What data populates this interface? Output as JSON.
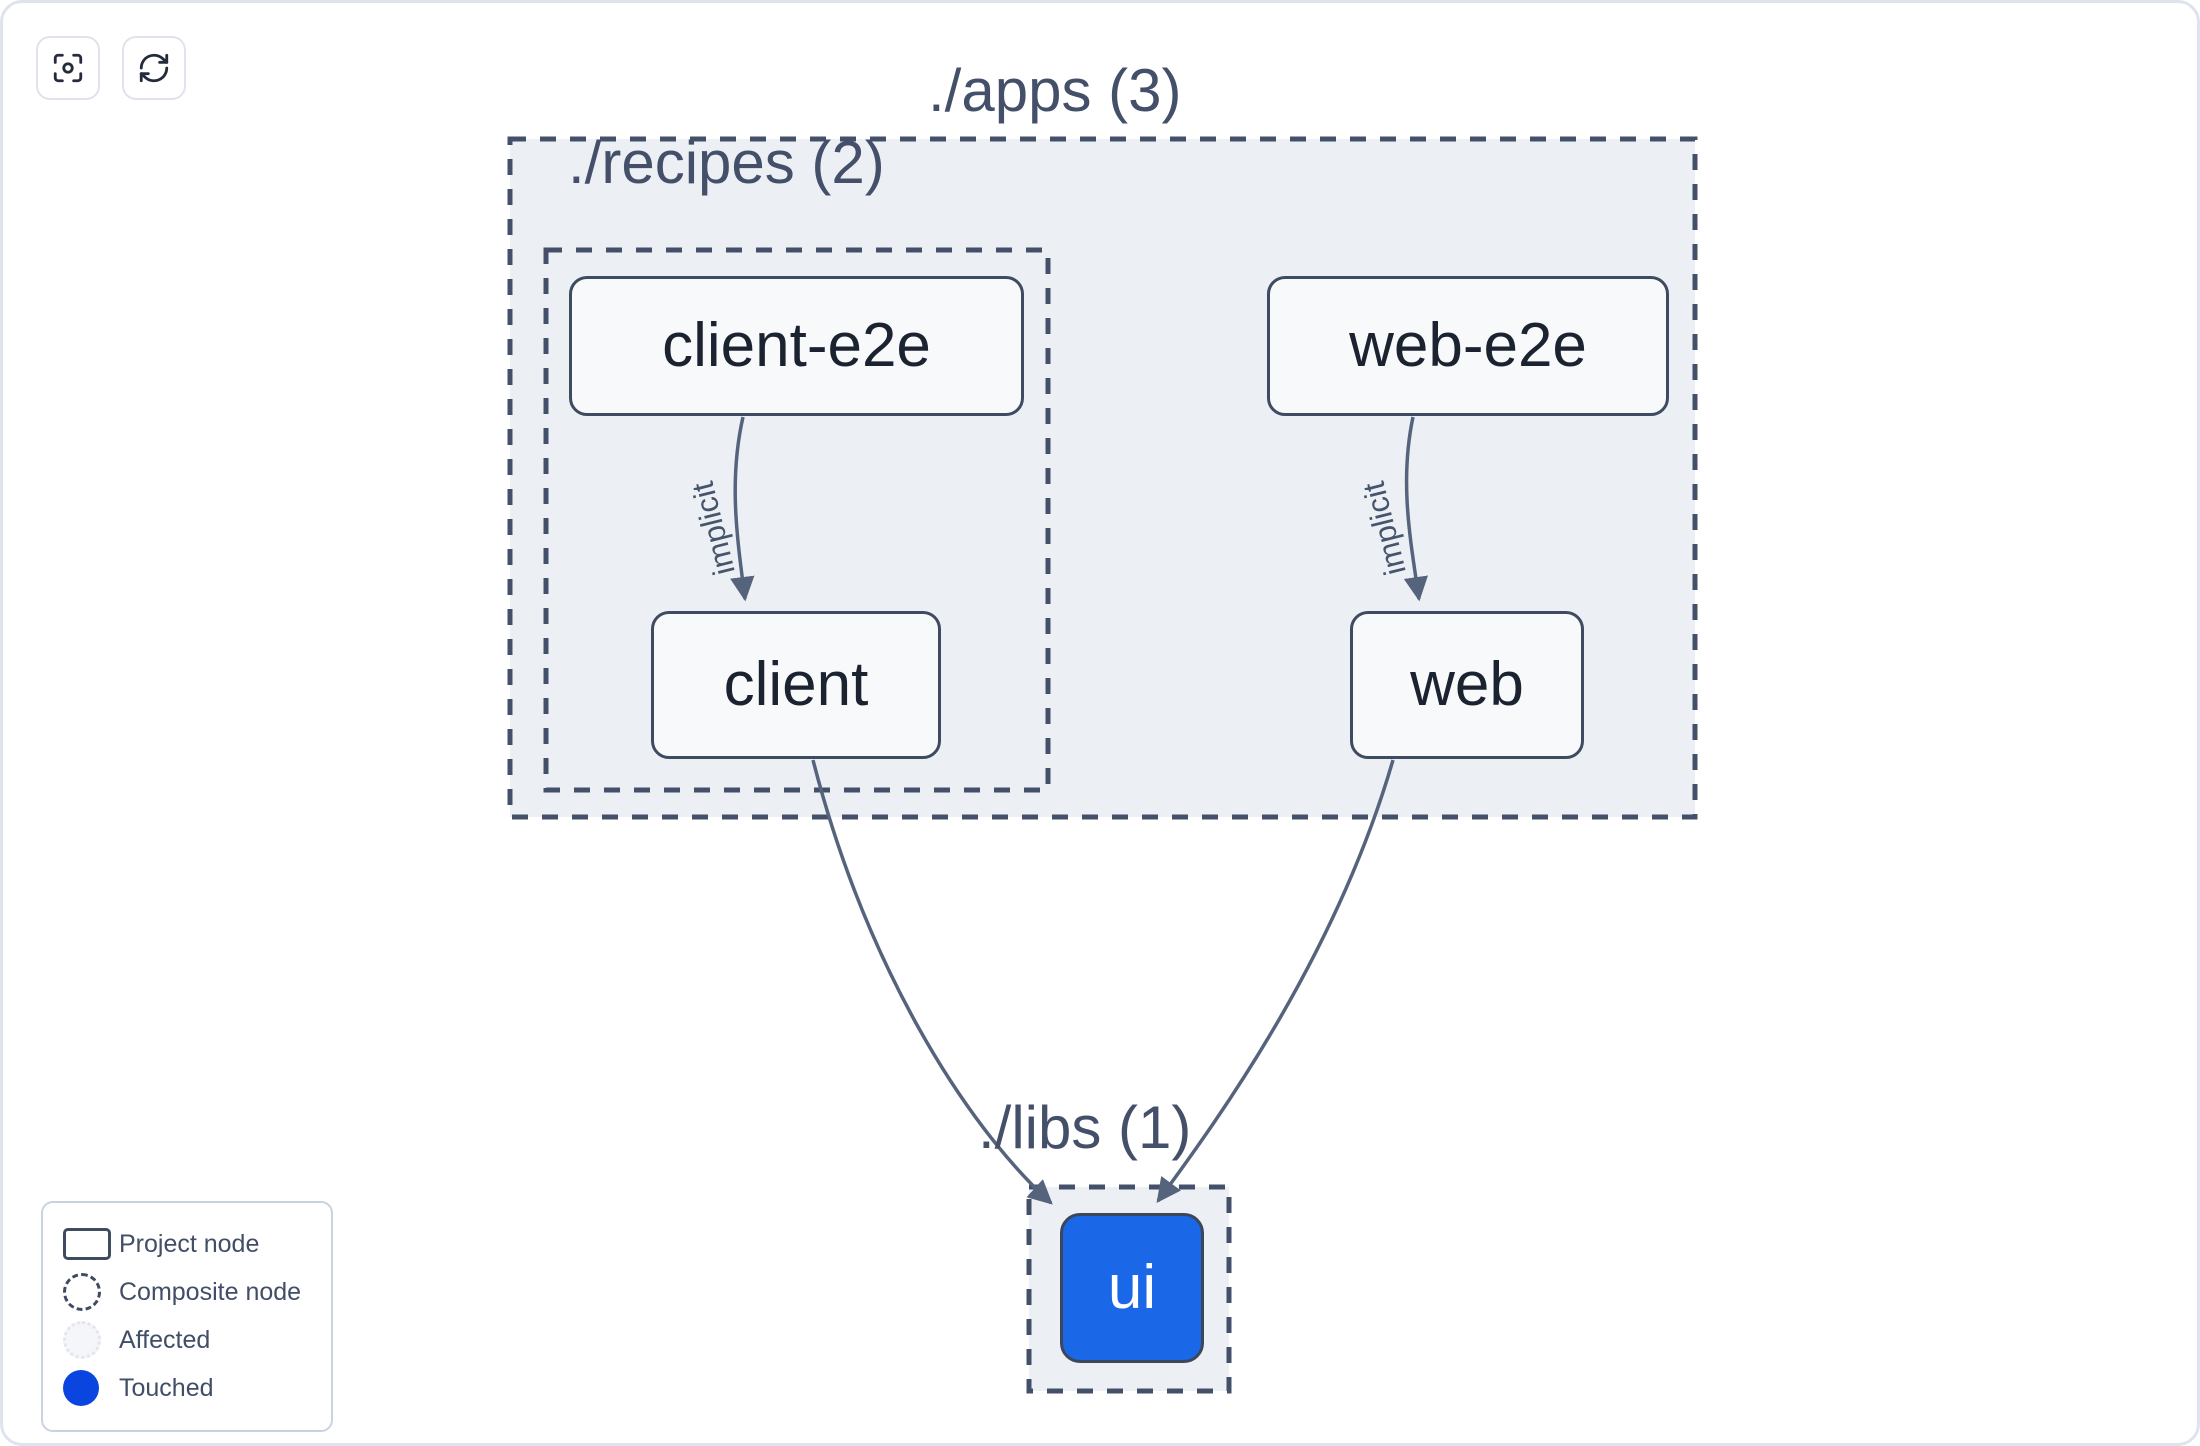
{
  "toolbar": {
    "buttons": [
      {
        "name": "focus-graph-button",
        "icon": "focus-target-icon",
        "label": "Focus graph"
      },
      {
        "name": "refresh-graph-button",
        "icon": "refresh-icon",
        "label": "Refresh graph"
      }
    ]
  },
  "graph": {
    "groups": [
      {
        "id": "apps",
        "label": "./apps (3)",
        "count": 3,
        "style": "composite-dashed",
        "fill": "#ecf0f5",
        "stroke": "#44506a"
      },
      {
        "id": "recipes",
        "label": "./recipes (2)",
        "count": 2,
        "style": "composite-dashed",
        "fill": "#ecf0f5",
        "stroke": "#44506a"
      },
      {
        "id": "libs",
        "label": "./libs (1)",
        "count": 1,
        "style": "composite-dashed",
        "fill": "#ecf0f5",
        "stroke": "#44506a"
      }
    ],
    "nodes": [
      {
        "id": "client-e2e",
        "label": "client-e2e",
        "group": "recipes",
        "state": "normal"
      },
      {
        "id": "web-e2e",
        "label": "web-e2e",
        "group": "apps",
        "state": "normal"
      },
      {
        "id": "client",
        "label": "client",
        "group": "recipes",
        "state": "normal"
      },
      {
        "id": "web",
        "label": "web",
        "group": "apps",
        "state": "normal"
      },
      {
        "id": "ui",
        "label": "ui",
        "group": "libs",
        "state": "touched"
      }
    ],
    "edges": [
      {
        "from": "client-e2e",
        "to": "client",
        "label": "implicit"
      },
      {
        "from": "web-e2e",
        "to": "web",
        "label": "implicit"
      },
      {
        "from": "client",
        "to": "ui",
        "label": ""
      },
      {
        "from": "web",
        "to": "ui",
        "label": ""
      }
    ]
  },
  "legend": {
    "items": [
      {
        "icon": "project-node-icon",
        "label": "Project node"
      },
      {
        "icon": "composite-node-icon",
        "label": "Composite node"
      },
      {
        "icon": "affected-node-icon",
        "label": "Affected"
      },
      {
        "icon": "touched-node-icon",
        "label": "Touched"
      }
    ]
  },
  "colors": {
    "touched": "#0b45e0",
    "touched_node_fill": "#1a68e8",
    "group_fill": "#ecf0f5",
    "group_stroke": "#44506a",
    "node_stroke": "#3f4b60",
    "node_fill": "#f8f9fb",
    "node_text": "#1b2230",
    "edge_stroke": "#55637c",
    "canvas_border": "#dfe3ed"
  }
}
